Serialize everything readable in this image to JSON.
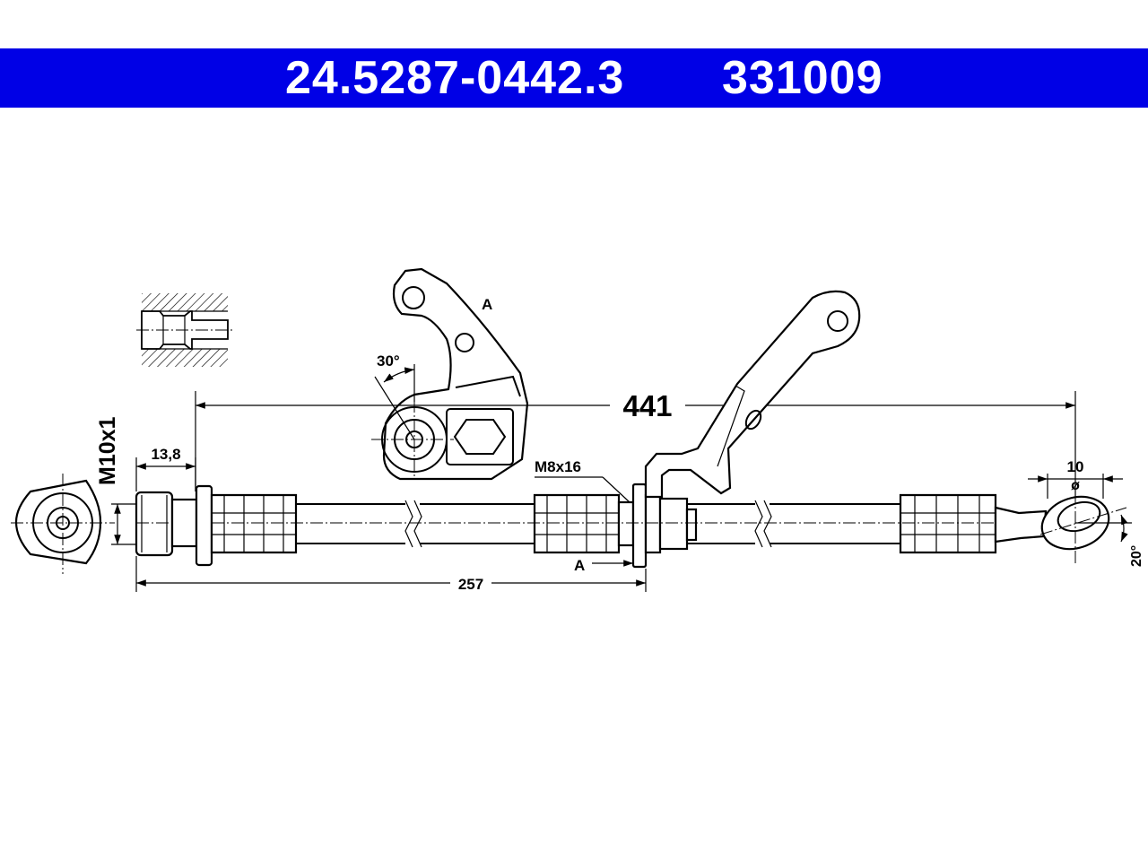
{
  "header": {
    "part_number": "24.5287-0442.3",
    "ref_number": "331009",
    "bg_color": "#0000e6"
  },
  "dimensions": {
    "overall_length": "441",
    "thread_size": "M10x1",
    "thread_length": "13,8",
    "bracket_distance": "257",
    "eye_diameter": "10",
    "diameter_symbol": "ø",
    "eye_angle": "20°",
    "bracket_angle": "30°",
    "bolt_size": "M8x16",
    "view_label_top": "A",
    "view_label_bottom": "A"
  }
}
